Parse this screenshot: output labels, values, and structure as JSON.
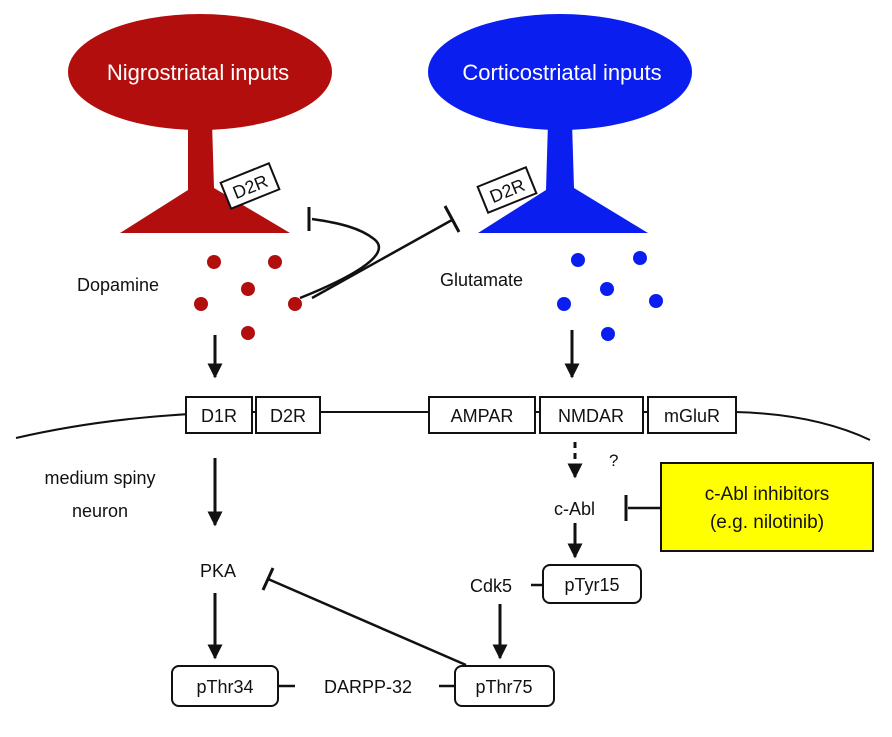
{
  "title": "",
  "colors": {
    "nigrostriatal": "#b30e0e",
    "corticostriatal": "#0a1ef0",
    "inhibitor_box": "#ffff00",
    "line": "#111111"
  },
  "terminals": {
    "nigrostriatal": {
      "label": "Nigrostriatal inputs",
      "receptor": "D2R",
      "transmitter": "Dopamine"
    },
    "corticostriatal": {
      "label": "Corticostriatal inputs",
      "receptor": "D2R",
      "transmitter": "Glutamate"
    }
  },
  "membrane_receptors": {
    "d1r": "D1R",
    "d2r": "D2R",
    "ampar": "AMPAR",
    "nmdar": "NMDAR",
    "mglur": "mGluR"
  },
  "neuron_label": {
    "line1": "medium spiny",
    "line2": "neuron"
  },
  "question_mark": "?",
  "pathway": {
    "pka": "PKA",
    "c_abl": "c-Abl",
    "cdk5": "Cdk5",
    "ptyr15": "pTyr15",
    "pthr34": "pThr34",
    "darpp32": "DARPP-32",
    "pthr75": "pThr75"
  },
  "inhibitor": {
    "line1": "c-Abl inhibitors",
    "line2": "(e.g. nilotinib)"
  }
}
